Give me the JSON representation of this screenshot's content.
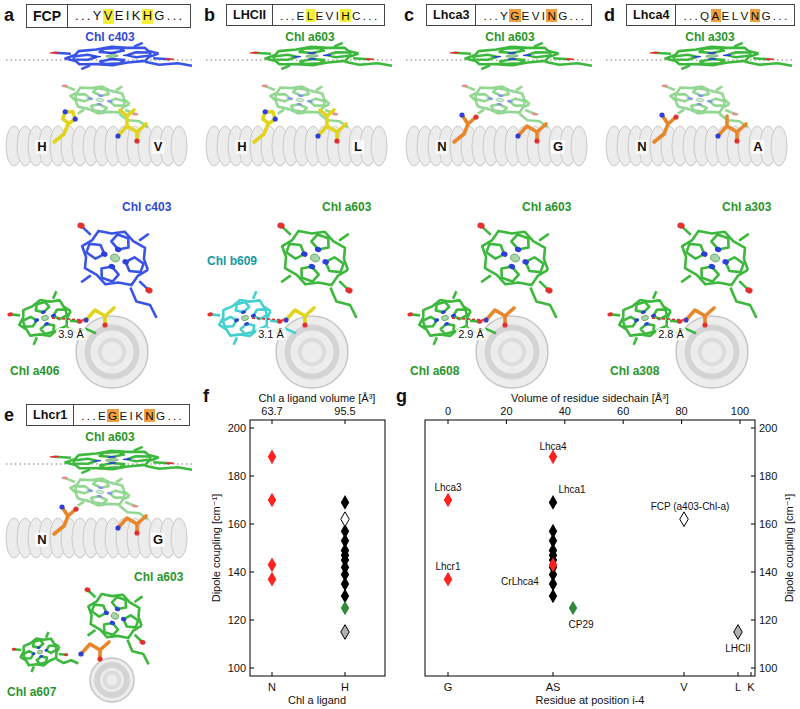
{
  "diagram": {
    "nodes": [
      {
        "text": [
          "FCP",
          "...YVEIKHG..."
        ]
      },
      {
        "text": [
          "LHCII",
          "...ELEVIHC..."
        ]
      },
      {
        "text": [
          "Lhca3",
          "...YGEVING..."
        ]
      },
      {
        "text": [
          "Lhca4",
          "...QAELVNG..."
        ]
      },
      {
        "text": [
          "Lhcr1",
          "...EGEIKNG..."
        ]
      }
    ],
    "labels": [
      "a",
      "Chl c403",
      "H",
      "V",
      "Chl c403",
      "Chl a406",
      "3.9 Å",
      "b",
      "Chl a603",
      "H",
      "L",
      "Chl b609",
      "Chl a603",
      "3.1 Å",
      "c",
      "Chl a603",
      "N",
      "G",
      "Chl a603",
      "Chl a608",
      "2.9 Å",
      "d",
      "Chl a303",
      "N",
      "A",
      "Chl a303",
      "Chl a308",
      "2.8 Å",
      "e",
      "Chl a603",
      "N",
      "G",
      "Chl a603",
      "Chl a607",
      "f",
      "Chl a ligand volume [Å³]",
      "63.7",
      "95.5",
      "200",
      "180",
      "160",
      "140",
      "120",
      "100",
      "Dipole coupling [cm⁻¹]",
      "N",
      "H",
      "Chl a ligand",
      "g",
      "Volume of residue sidechain [Å³]",
      "0",
      "20",
      "40",
      "60",
      "80",
      "100",
      "200",
      "180",
      "160",
      "140",
      "120",
      "100",
      "Dipole coupling [cm⁻¹]",
      "G",
      "AS",
      "V",
      "L",
      "K",
      "Residue at position i-4",
      "Lhca4",
      "Lhca3",
      "Lhca1",
      "FCP (a403-Chl-a)",
      "Lhcr1",
      "CrLhca4",
      "CP29",
      "LHCII"
    ]
  }
}
